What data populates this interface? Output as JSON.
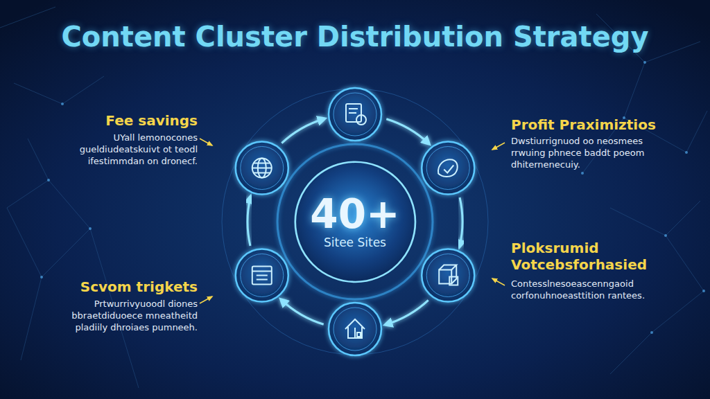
{
  "diagram": {
    "title": "Content Cluster Distribution Strategy",
    "nodes": [
      {
        "text": [
          "40+",
          "Sitee Sites"
        ]
      }
    ],
    "labels": [
      "Fee savings",
      "UYall lemonocones gueldiudeatskuivt ot teodl ifestimmdan on dronecf.",
      "Profit Praximiztios",
      "Dwstiurrignuod oo neosmees rrwuing phnece baddt poeom dhiternenecuiy.",
      "Scvom trigkets",
      "Prtwurrivyuoodl diones bbraetdiduoece mneatheitd pladiily dhroiaes pumneeh.",
      "Ploksrumid Votcebsforhasied",
      "Contesslnesoeascenngaoid corfonuhnoeasttition rantees."
    ]
  }
}
